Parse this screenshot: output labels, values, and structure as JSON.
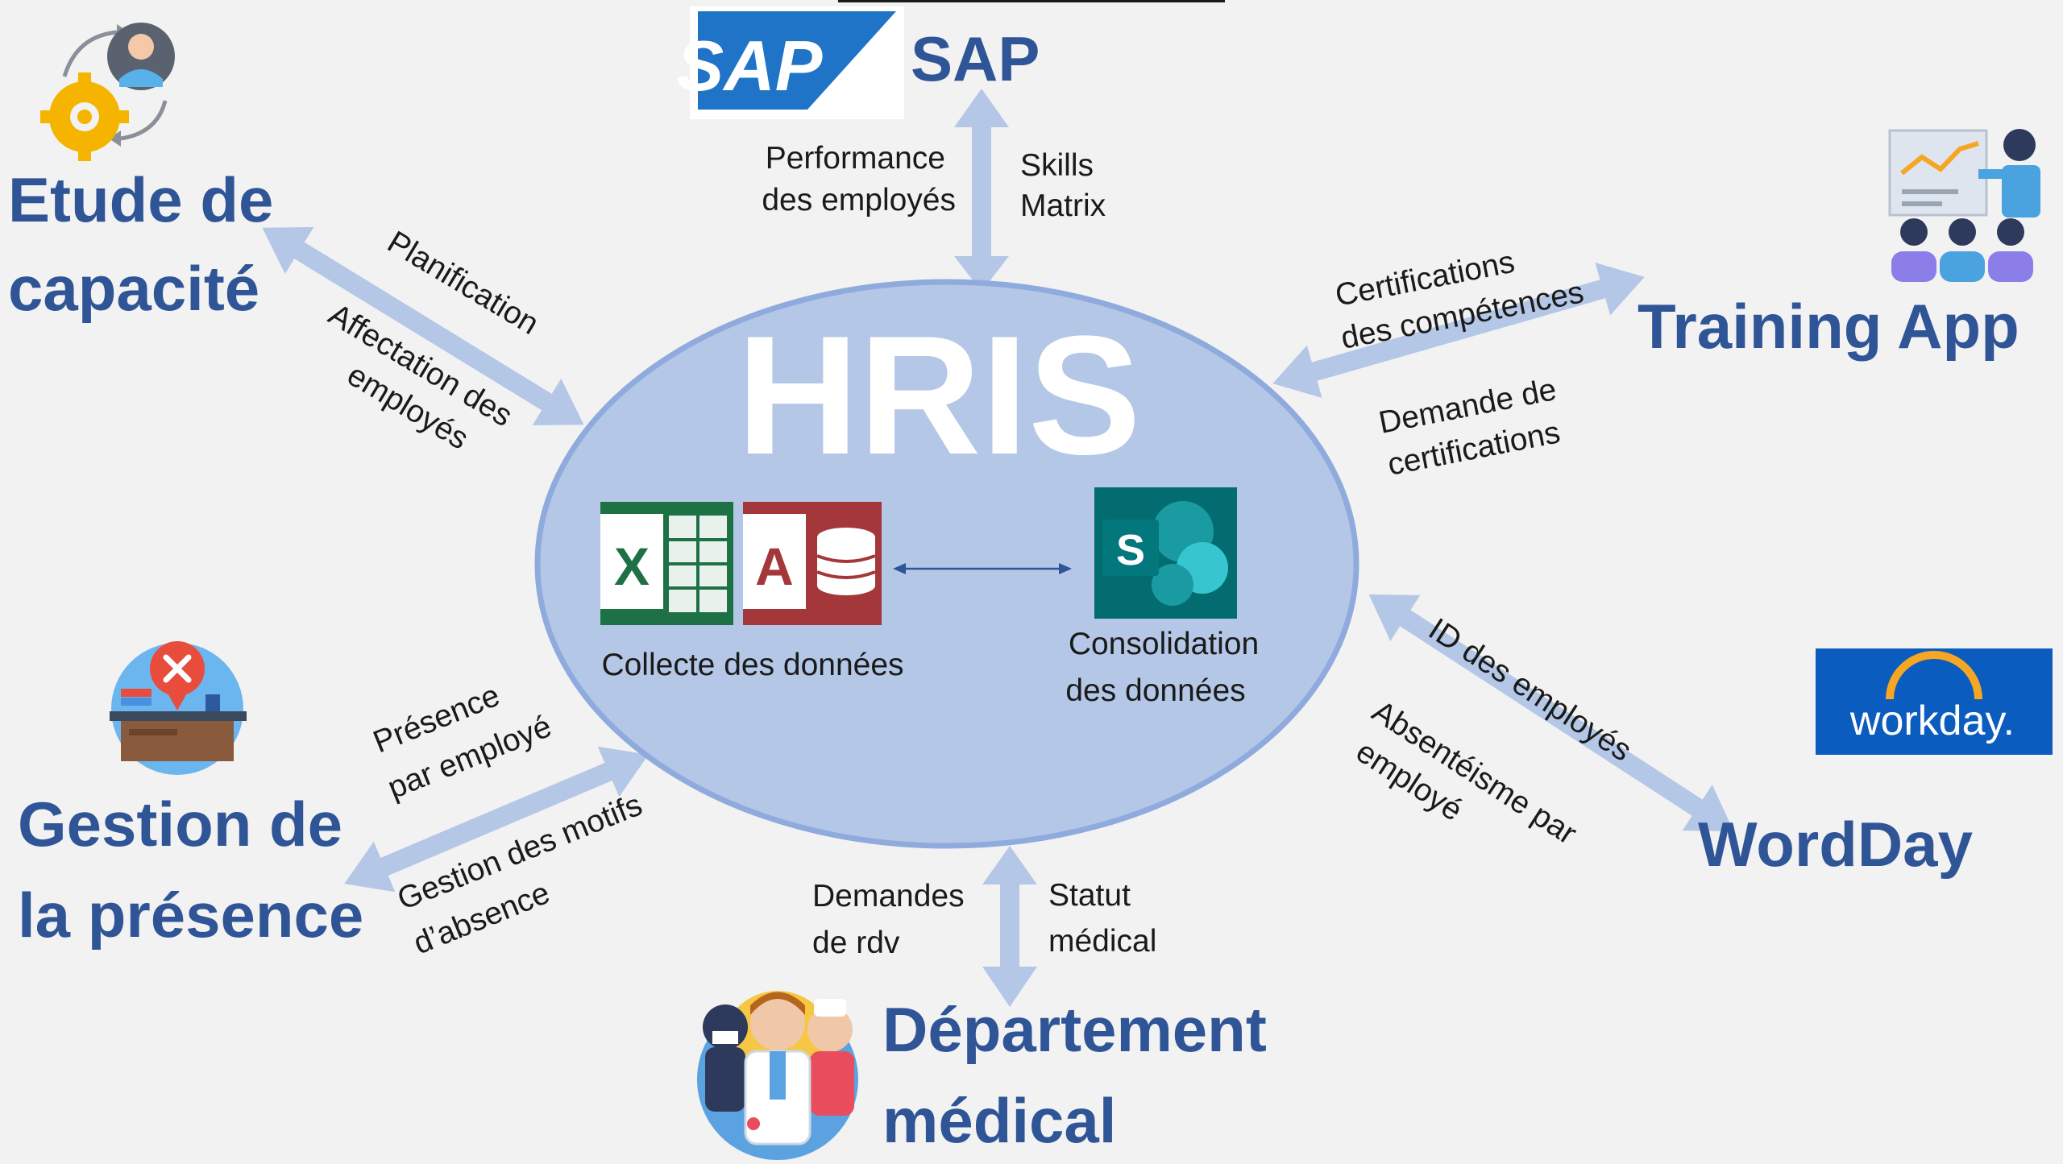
{
  "center": {
    "title": "HRIS",
    "left_label": "Collecte des données",
    "right_label_line1": "Consolidation",
    "right_label_line2": "des données",
    "excel_letter": "X",
    "access_letter": "A",
    "sharepoint_letter": "S"
  },
  "sap": {
    "logo_text": "SAP",
    "logo_mark": "®",
    "title": "SAP",
    "label_left_line1": "Performance",
    "label_left_line2": "des employés",
    "label_right_line1": "Skills",
    "label_right_line2": "Matrix"
  },
  "capacity": {
    "title_line1": "Etude de",
    "title_line2": "capacité",
    "label_top": "Planification",
    "label_bottom_line1": "Affectation des",
    "label_bottom_line2": "employés"
  },
  "training": {
    "title": "Training App",
    "label_top_line1": "Certifications",
    "label_top_line2": "des compétences",
    "label_bottom_line1": "Demande de",
    "label_bottom_line2": "certifications"
  },
  "presence": {
    "title_line1": "Gestion de",
    "title_line2": "la présence",
    "label_top_line1": "Présence",
    "label_top_line2": "par employé",
    "label_bottom_line1": "Gestion des motifs",
    "label_bottom_line2": "d’absence"
  },
  "workday": {
    "logo_text": "workday.",
    "title": "WordDay",
    "label_top": "ID des employés",
    "label_bottom_line1": "Absentéisme par",
    "label_bottom_line2": "employé"
  },
  "medical": {
    "title_line1": "Département",
    "title_line2": "médical",
    "label_left_line1": "Demandes",
    "label_left_line2": "de rdv",
    "label_right_line1": "Statut",
    "label_right_line2": "médical"
  },
  "colors": {
    "background": "#f2f2f2",
    "title_blue": "#2f5597",
    "ellipse_fill": "#b4c7e7",
    "ellipse_stroke": "#8faadc",
    "arrow": "#b4c7e7",
    "excel_green": "#1e7145",
    "access_red": "#a4373a",
    "sharepoint_teal": "#036c70",
    "sap_blue": "#1f74c8",
    "workday_blue": "#0b5cbf"
  },
  "icons": [
    "capacity-gear-person-icon",
    "training-presentation-icon",
    "presence-desk-icon",
    "medical-staff-icon"
  ]
}
